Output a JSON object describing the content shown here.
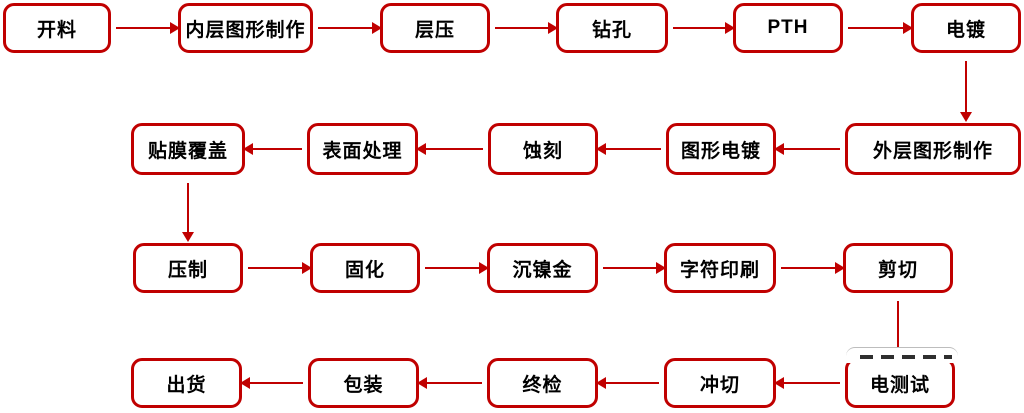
{
  "diagram": {
    "type": "flowchart",
    "description_visible_text_only": "",
    "colors": {
      "line": "#c00000",
      "text": "#000000",
      "background": "#ffffff"
    },
    "nodes": [
      {
        "id": "cutting",
        "label": "开料"
      },
      {
        "id": "inner-layer-imaging",
        "label": "内层图形制作"
      },
      {
        "id": "lamination",
        "label": "层压"
      },
      {
        "id": "drilling",
        "label": "钻孔"
      },
      {
        "id": "pth",
        "label": "PTH"
      },
      {
        "id": "plating",
        "label": "电镀"
      },
      {
        "id": "outer-layer-imaging",
        "label": "外层图形制作"
      },
      {
        "id": "pattern-plating",
        "label": "图形电镀"
      },
      {
        "id": "etching",
        "label": "蚀刻"
      },
      {
        "id": "surface-treatment",
        "label": "表面处理"
      },
      {
        "id": "film-covering",
        "label": "贴膜覆盖"
      },
      {
        "id": "pressing",
        "label": "压制"
      },
      {
        "id": "curing",
        "label": "固化"
      },
      {
        "id": "immersion-nickel-gold",
        "label": "沉镍金"
      },
      {
        "id": "legend-printing",
        "label": "字符印刷"
      },
      {
        "id": "shearing",
        "label": "剪切"
      },
      {
        "id": "electrical-test",
        "label": "电测试"
      },
      {
        "id": "punching",
        "label": "冲切"
      },
      {
        "id": "final-inspection",
        "label": "终检"
      },
      {
        "id": "packaging",
        "label": "包装"
      },
      {
        "id": "shipping",
        "label": "出货"
      }
    ],
    "edges": [
      [
        "cutting",
        "inner-layer-imaging"
      ],
      [
        "inner-layer-imaging",
        "lamination"
      ],
      [
        "lamination",
        "drilling"
      ],
      [
        "drilling",
        "pth"
      ],
      [
        "pth",
        "plating"
      ],
      [
        "plating",
        "outer-layer-imaging"
      ],
      [
        "outer-layer-imaging",
        "pattern-plating"
      ],
      [
        "pattern-plating",
        "etching"
      ],
      [
        "etching",
        "surface-treatment"
      ],
      [
        "surface-treatment",
        "film-covering"
      ],
      [
        "film-covering",
        "pressing"
      ],
      [
        "pressing",
        "curing"
      ],
      [
        "curing",
        "immersion-nickel-gold"
      ],
      [
        "immersion-nickel-gold",
        "legend-printing"
      ],
      [
        "legend-printing",
        "shearing"
      ],
      [
        "shearing",
        "electrical-test"
      ],
      [
        "electrical-test",
        "punching"
      ],
      [
        "punching",
        "final-inspection"
      ],
      [
        "final-inspection",
        "packaging"
      ],
      [
        "packaging",
        "shipping"
      ]
    ]
  }
}
